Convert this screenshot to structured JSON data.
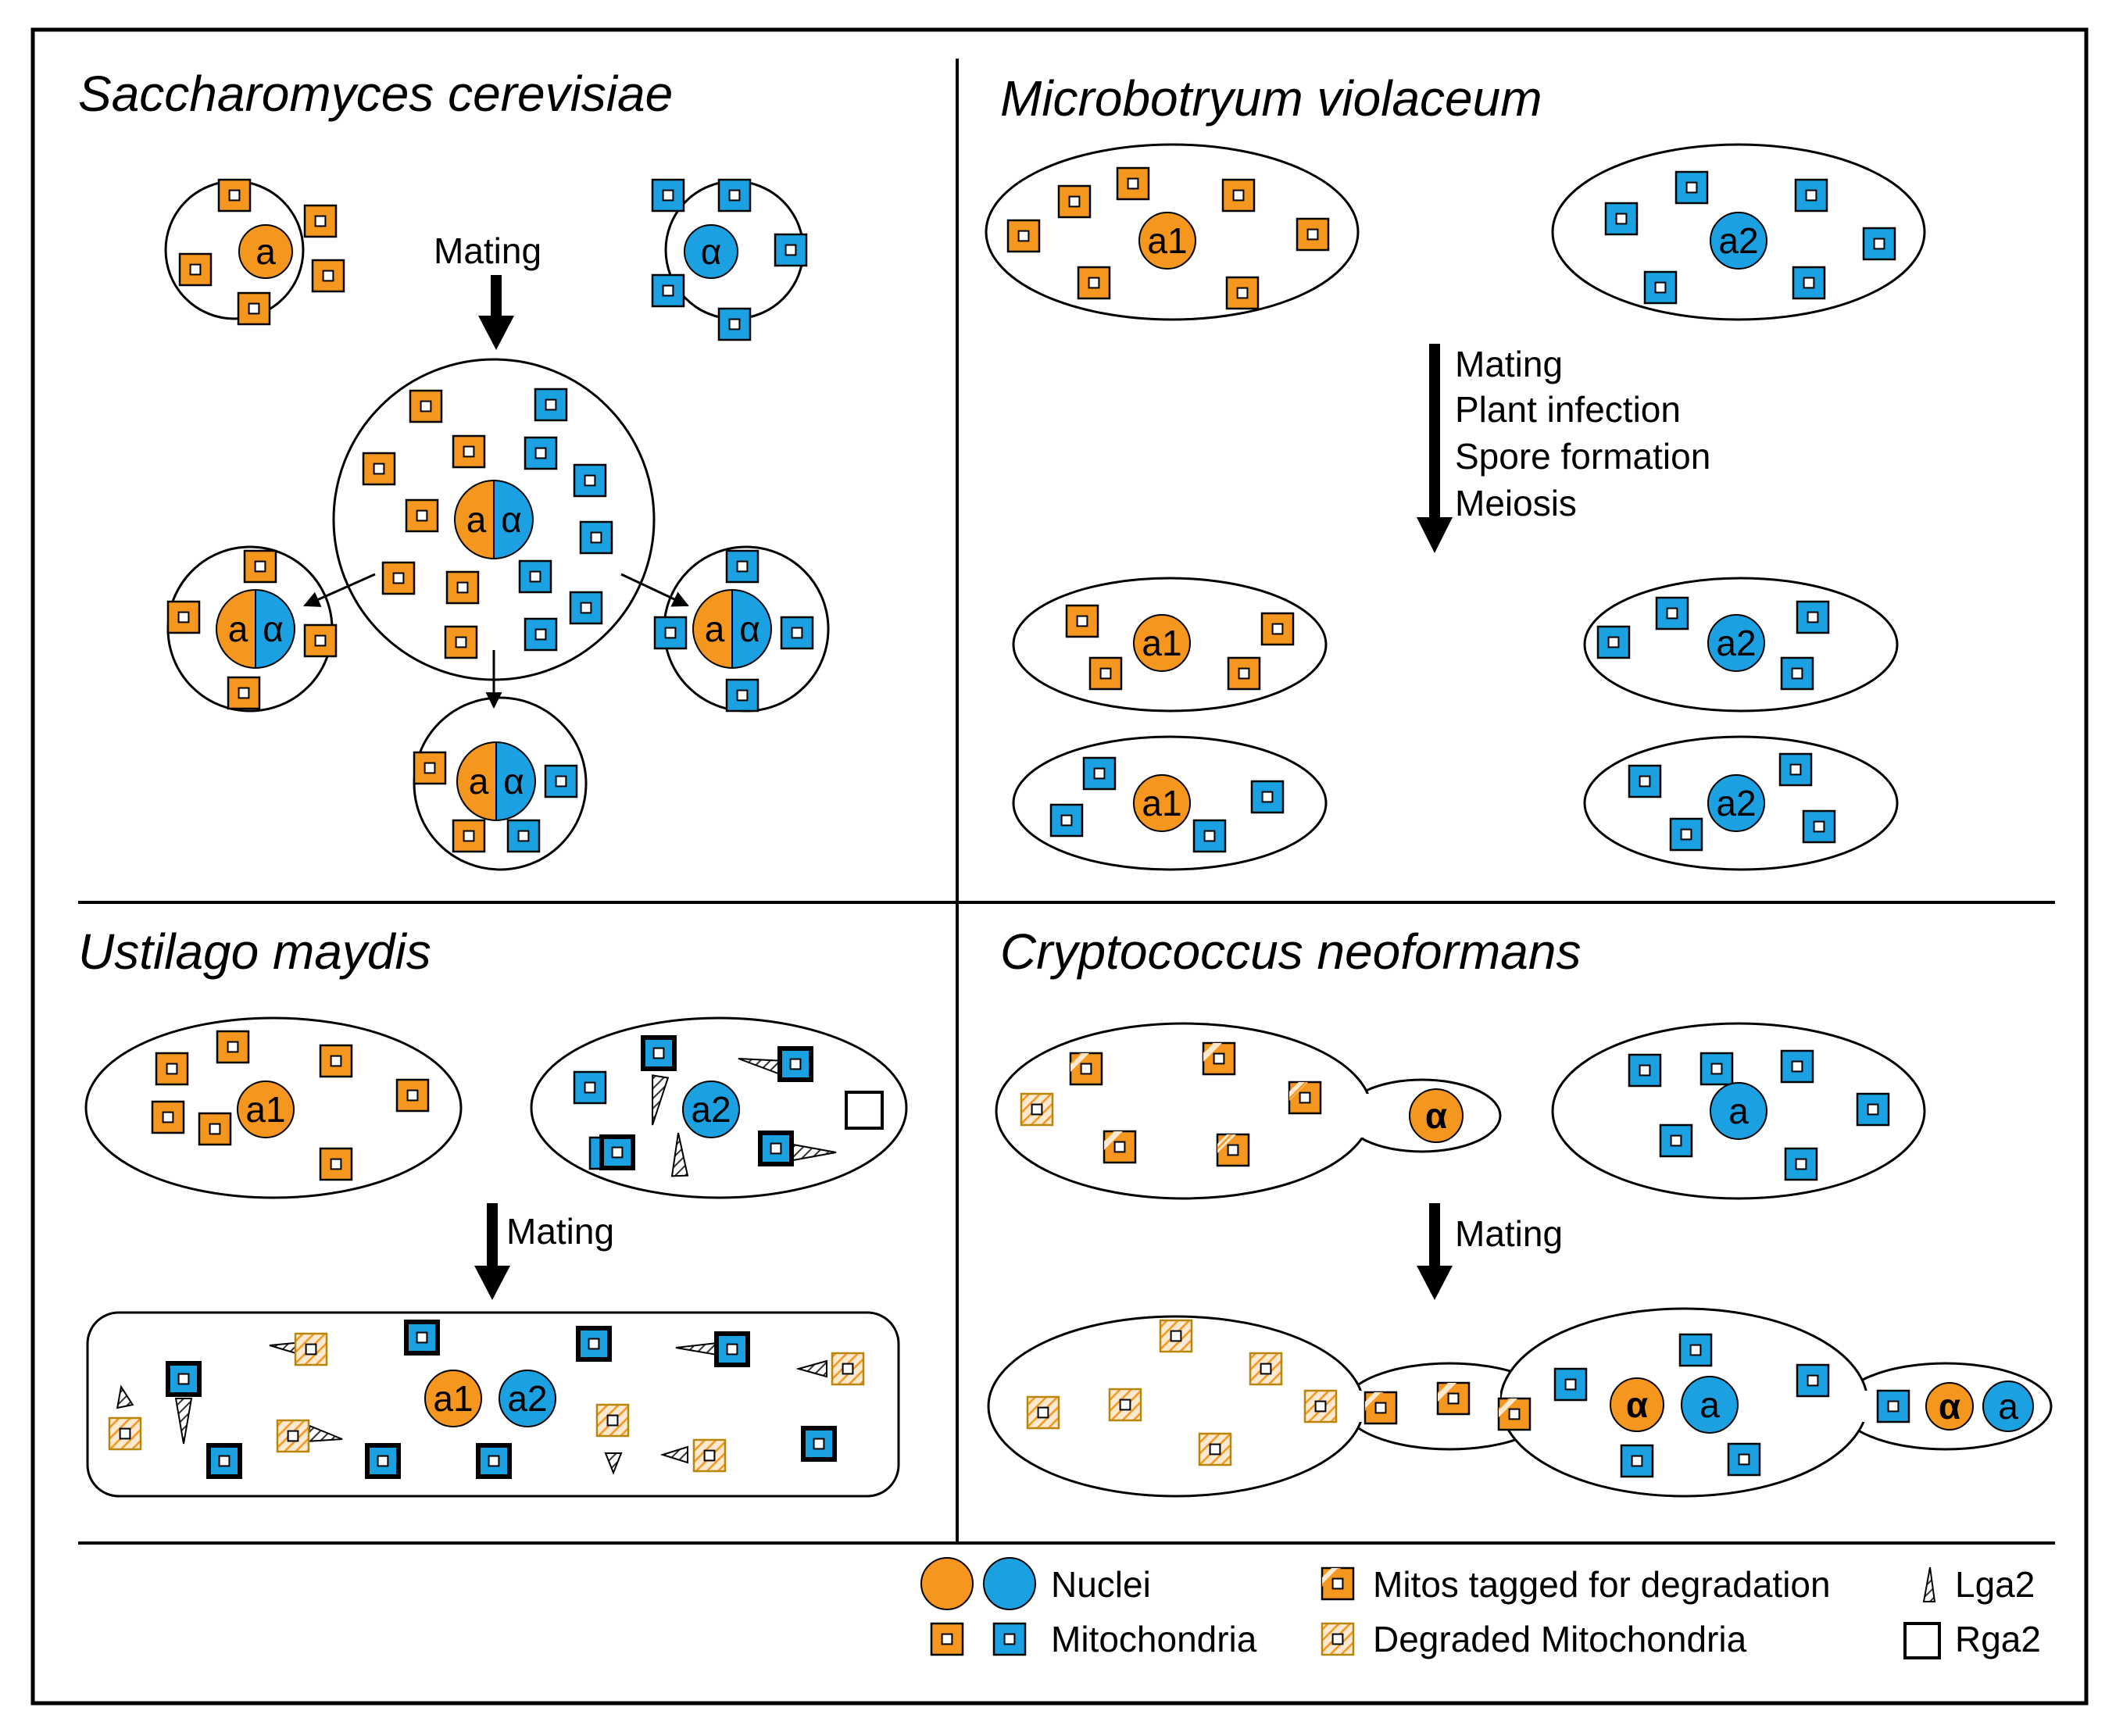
{
  "titles": {
    "saccharomyces": "Saccharomyces cerevisiae",
    "microbotryum": "Microbotryum violaceum",
    "ustilago": "Ustilago maydis",
    "cryptococcus": "Cryptococcus neoformans"
  },
  "steps": {
    "mating": "Mating",
    "microbotryum_steps": [
      "Mating",
      "Plant infection",
      "Spore formation",
      "Meiosis"
    ]
  },
  "nuclei_labels": {
    "a": "a",
    "alpha": "α",
    "a1": "a1",
    "a2": "a2"
  },
  "legend": {
    "nuclei": "Nuclei",
    "mitochondria": "Mitochondria",
    "mitos_tagged": "Mitos tagged for degradation",
    "degraded": "Degraded Mitochondria",
    "lga2": "Lga2",
    "rga2": "Rga2"
  },
  "colors": {
    "orange": "#F5961F",
    "blue": "#1BA1E2",
    "outline": "#000000"
  }
}
